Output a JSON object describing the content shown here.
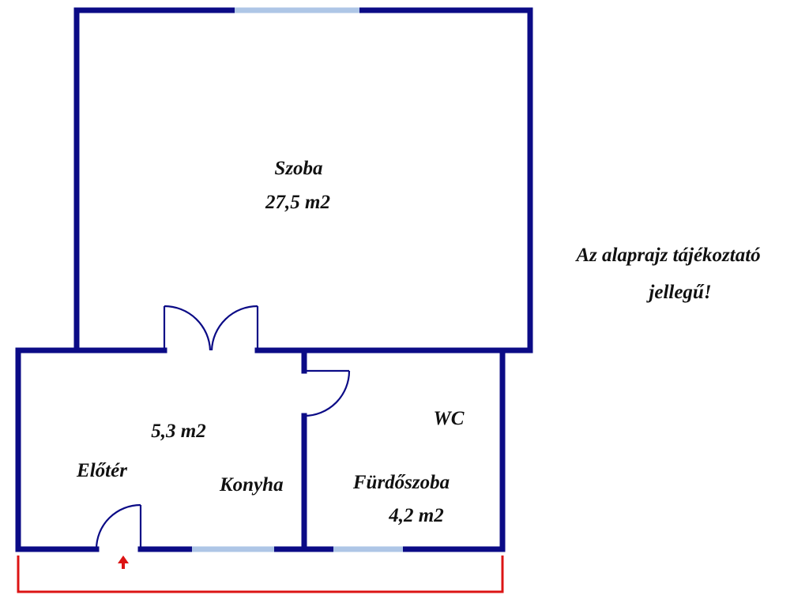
{
  "rooms": {
    "szoba": {
      "name": "Szoba",
      "area": "27,5 m2"
    },
    "eloter": {
      "name": "Előtér",
      "area": "5,3 m2"
    },
    "konyha": {
      "name": "Konyha"
    },
    "wc": {
      "name": "WC"
    },
    "furdoszoba": {
      "name": "Fürdőszoba",
      "area": "4,2 m2"
    }
  },
  "note": {
    "line1": "Az alaprajz tájékoztató",
    "line2": "jellegű!"
  },
  "colors": {
    "wall": "#0b0b86",
    "window": "#aec6e6",
    "entrance": "#dc1414"
  }
}
